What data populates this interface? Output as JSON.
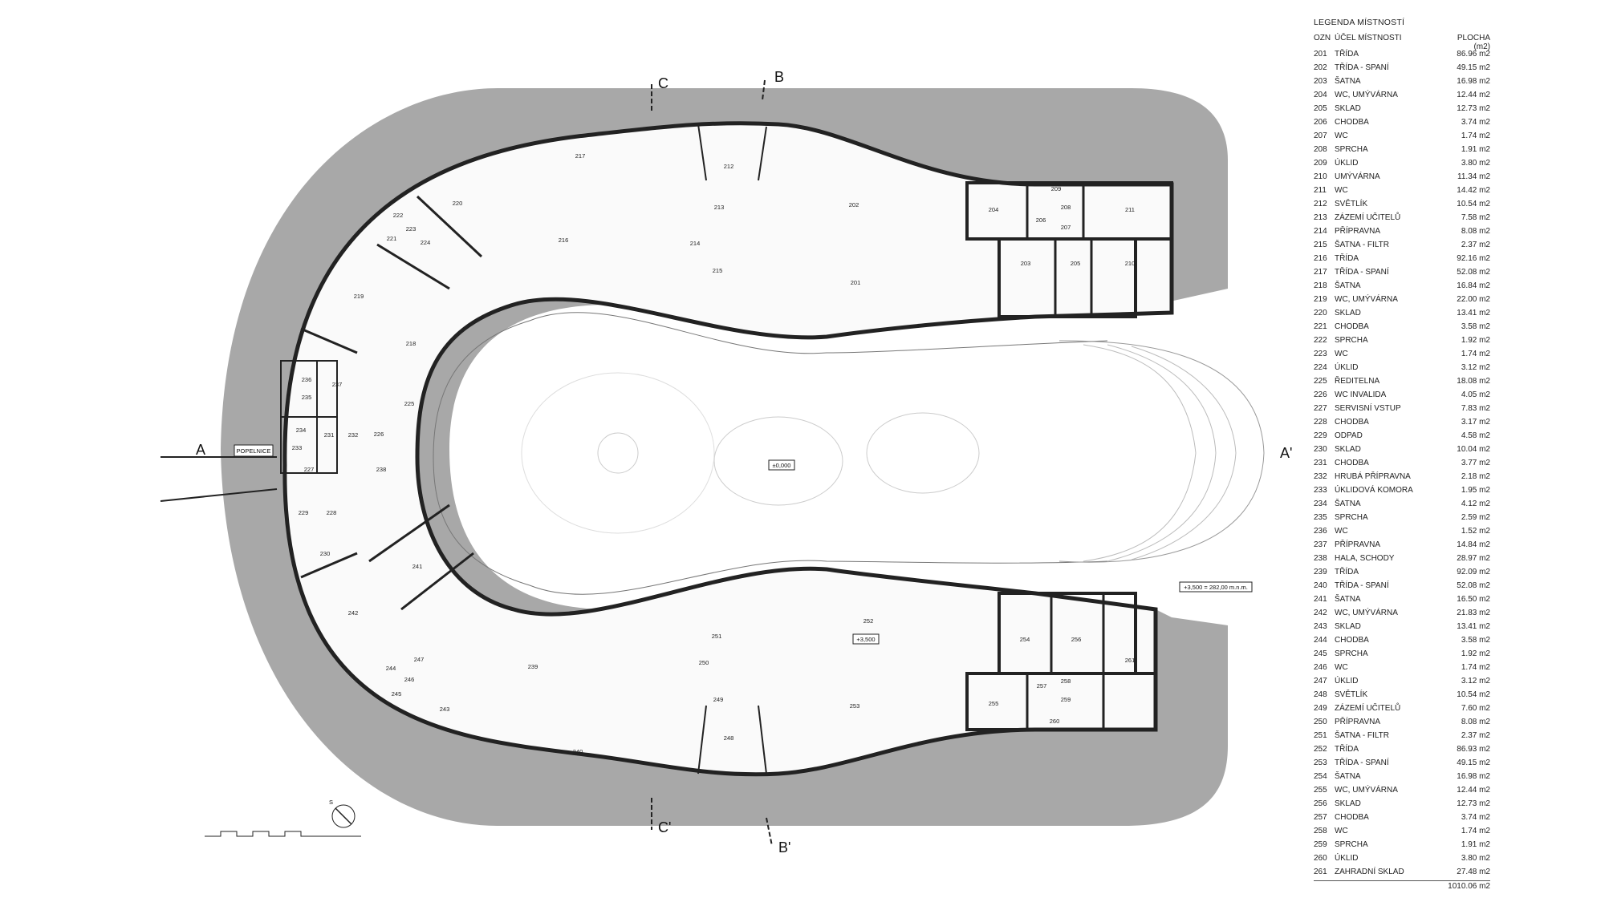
{
  "legend": {
    "title": "LEGENDA MÍSTNOSTÍ",
    "col_code": "OZN",
    "col_purpose": "ÚČEL MÍSTNOSTI",
    "col_area": "PLOCHA (m2)",
    "rows": [
      {
        "code": "201",
        "name": "TŘÍDA",
        "area": "86.96 m2"
      },
      {
        "code": "202",
        "name": "TŘÍDA - SPANÍ",
        "area": "49.15 m2"
      },
      {
        "code": "203",
        "name": "ŠATNA",
        "area": "16.98 m2"
      },
      {
        "code": "204",
        "name": "WC, UMÝVÁRNA",
        "area": "12.44 m2"
      },
      {
        "code": "205",
        "name": "SKLAD",
        "area": "12.73 m2"
      },
      {
        "code": "206",
        "name": "CHODBA",
        "area": "3.74 m2"
      },
      {
        "code": "207",
        "name": "WC",
        "area": "1.74 m2"
      },
      {
        "code": "208",
        "name": "SPRCHA",
        "area": "1.91 m2"
      },
      {
        "code": "209",
        "name": "ÚKLID",
        "area": "3.80 m2"
      },
      {
        "code": "210",
        "name": "UMÝVÁRNA",
        "area": "11.34 m2"
      },
      {
        "code": "211",
        "name": "WC",
        "area": "14.42 m2"
      },
      {
        "code": "212",
        "name": "SVĚTLÍK",
        "area": "10.54 m2"
      },
      {
        "code": "213",
        "name": "ZÁZEMÍ UČITELŮ",
        "area": "7.58 m2"
      },
      {
        "code": "214",
        "name": "PŘÍPRAVNA",
        "area": "8.08 m2"
      },
      {
        "code": "215",
        "name": "ŠATNA - FILTR",
        "area": "2.37 m2"
      },
      {
        "code": "216",
        "name": "TŘÍDA",
        "area": "92.16 m2"
      },
      {
        "code": "217",
        "name": "TŘÍDA - SPANÍ",
        "area": "52.08 m2"
      },
      {
        "code": "218",
        "name": "ŠATNA",
        "area": "16.84 m2"
      },
      {
        "code": "219",
        "name": "WC, UMÝVÁRNA",
        "area": "22.00 m2"
      },
      {
        "code": "220",
        "name": "SKLAD",
        "area": "13.41 m2"
      },
      {
        "code": "221",
        "name": "CHODBA",
        "area": "3.58 m2"
      },
      {
        "code": "222",
        "name": "SPRCHA",
        "area": "1.92 m2"
      },
      {
        "code": "223",
        "name": "WC",
        "area": "1.74 m2"
      },
      {
        "code": "224",
        "name": "ÚKLID",
        "area": "3.12 m2"
      },
      {
        "code": "225",
        "name": "ŘEDITELNA",
        "area": "18.08 m2"
      },
      {
        "code": "226",
        "name": "WC INVALIDA",
        "area": "4.05 m2"
      },
      {
        "code": "227",
        "name": "SERVISNÍ VSTUP",
        "area": "7.83 m2"
      },
      {
        "code": "228",
        "name": "CHODBA",
        "area": "3.17 m2"
      },
      {
        "code": "229",
        "name": "ODPAD",
        "area": "4.58 m2"
      },
      {
        "code": "230",
        "name": "SKLAD",
        "area": "10.04 m2"
      },
      {
        "code": "231",
        "name": "CHODBA",
        "area": "3.77 m2"
      },
      {
        "code": "232",
        "name": "HRUBÁ PŘÍPRAVNA",
        "area": "2.18 m2"
      },
      {
        "code": "233",
        "name": "ÚKLIDOVÁ KOMORA",
        "area": "1.95 m2"
      },
      {
        "code": "234",
        "name": "ŠATNA",
        "area": "4.12 m2"
      },
      {
        "code": "235",
        "name": "SPRCHA",
        "area": "2.59 m2"
      },
      {
        "code": "236",
        "name": "WC",
        "area": "1.52 m2"
      },
      {
        "code": "237",
        "name": "PŘÍPRAVNA",
        "area": "14.84 m2"
      },
      {
        "code": "238",
        "name": "HALA, SCHODY",
        "area": "28.97 m2"
      },
      {
        "code": "239",
        "name": "TŘÍDA",
        "area": "92.09 m2"
      },
      {
        "code": "240",
        "name": "TŘÍDA - SPANÍ",
        "area": "52.08 m2"
      },
      {
        "code": "241",
        "name": "ŠATNA",
        "area": "16.50 m2"
      },
      {
        "code": "242",
        "name": "WC, UMÝVÁRNA",
        "area": "21.83 m2"
      },
      {
        "code": "243",
        "name": "SKLAD",
        "area": "13.41 m2"
      },
      {
        "code": "244",
        "name": "CHODBA",
        "area": "3.58 m2"
      },
      {
        "code": "245",
        "name": "SPRCHA",
        "area": "1.92 m2"
      },
      {
        "code": "246",
        "name": "WC",
        "area": "1.74 m2"
      },
      {
        "code": "247",
        "name": "ÚKLID",
        "area": "3.12 m2"
      },
      {
        "code": "248",
        "name": "SVĚTLÍK",
        "area": "10.54 m2"
      },
      {
        "code": "249",
        "name": "ZÁZEMÍ UČITELŮ",
        "area": "7.60 m2"
      },
      {
        "code": "250",
        "name": "PŘÍPRAVNA",
        "area": "8.08 m2"
      },
      {
        "code": "251",
        "name": "ŠATNA - FILTR",
        "area": "2.37 m2"
      },
      {
        "code": "252",
        "name": "TŘÍDA",
        "area": "86.93 m2"
      },
      {
        "code": "253",
        "name": "TŘÍDA - SPANÍ",
        "area": "49.15 m2"
      },
      {
        "code": "254",
        "name": "ŠATNA",
        "area": "16.98 m2"
      },
      {
        "code": "255",
        "name": "WC, UMÝVÁRNA",
        "area": "12.44 m2"
      },
      {
        "code": "256",
        "name": "SKLAD",
        "area": "12.73 m2"
      },
      {
        "code": "257",
        "name": "CHODBA",
        "area": "3.74 m2"
      },
      {
        "code": "258",
        "name": "WC",
        "area": "1.74 m2"
      },
      {
        "code": "259",
        "name": "SPRCHA",
        "area": "1.91 m2"
      },
      {
        "code": "260",
        "name": "ÚKLID",
        "area": "3.80 m2"
      },
      {
        "code": "261",
        "name": "ZAHRADNÍ SKLAD",
        "area": "27.48 m2"
      }
    ],
    "total": "1010.06 m2"
  },
  "plan": {
    "section_marks": [
      "A",
      "A'",
      "B",
      "B'",
      "C",
      "C'"
    ],
    "entrance_label": "POPELNICE",
    "level_courtyard": "±0,000",
    "level_floor": "+3,500",
    "level_terrace": "+3,500 = 282,00 m.n.m.",
    "north_label": "S",
    "colors": {
      "terrain": "#a8a8a8",
      "walls": "#222222",
      "floor": "#fafafa"
    },
    "rooms": [
      {
        "id": "216",
        "label": "216"
      },
      {
        "id": "217",
        "label": "217"
      },
      {
        "id": "212",
        "label": "212"
      },
      {
        "id": "213",
        "label": "213"
      },
      {
        "id": "214",
        "label": "214"
      },
      {
        "id": "215",
        "label": "215"
      },
      {
        "id": "202",
        "label": "202"
      },
      {
        "id": "201",
        "label": "201"
      },
      {
        "id": "204",
        "label": "204"
      },
      {
        "id": "206",
        "label": "206"
      },
      {
        "id": "207",
        "label": "207"
      },
      {
        "id": "208",
        "label": "208"
      },
      {
        "id": "209",
        "label": "209"
      },
      {
        "id": "211",
        "label": "211"
      },
      {
        "id": "203",
        "label": "203"
      },
      {
        "id": "205",
        "label": "205"
      },
      {
        "id": "210",
        "label": "210"
      },
      {
        "id": "220",
        "label": "220"
      },
      {
        "id": "222",
        "label": "222"
      },
      {
        "id": "223",
        "label": "223"
      },
      {
        "id": "221",
        "label": "221"
      },
      {
        "id": "224",
        "label": "224"
      },
      {
        "id": "219",
        "label": "219"
      },
      {
        "id": "218",
        "label": "218"
      },
      {
        "id": "237",
        "label": "237"
      },
      {
        "id": "236",
        "label": "236"
      },
      {
        "id": "235",
        "label": "235"
      },
      {
        "id": "234",
        "label": "234"
      },
      {
        "id": "233",
        "label": "233"
      },
      {
        "id": "231",
        "label": "231"
      },
      {
        "id": "232",
        "label": "232"
      },
      {
        "id": "226",
        "label": "226"
      },
      {
        "id": "225",
        "label": "225"
      },
      {
        "id": "227",
        "label": "227"
      },
      {
        "id": "238",
        "label": "238"
      },
      {
        "id": "229",
        "label": "229"
      },
      {
        "id": "228",
        "label": "228"
      },
      {
        "id": "230",
        "label": "230"
      },
      {
        "id": "241",
        "label": "241"
      },
      {
        "id": "242",
        "label": "242"
      },
      {
        "id": "247",
        "label": "247"
      },
      {
        "id": "244",
        "label": "244"
      },
      {
        "id": "246",
        "label": "246"
      },
      {
        "id": "245",
        "label": "245"
      },
      {
        "id": "243",
        "label": "243"
      },
      {
        "id": "240",
        "label": "240"
      },
      {
        "id": "239",
        "label": "239"
      },
      {
        "id": "251",
        "label": "251"
      },
      {
        "id": "250",
        "label": "250"
      },
      {
        "id": "249",
        "label": "249"
      },
      {
        "id": "248",
        "label": "248"
      },
      {
        "id": "252",
        "label": "252"
      },
      {
        "id": "253",
        "label": "253"
      },
      {
        "id": "254",
        "label": "254"
      },
      {
        "id": "256",
        "label": "256"
      },
      {
        "id": "261",
        "label": "261"
      },
      {
        "id": "257",
        "label": "257"
      },
      {
        "id": "258",
        "label": "258"
      },
      {
        "id": "259",
        "label": "259"
      },
      {
        "id": "255",
        "label": "255"
      },
      {
        "id": "260",
        "label": "260"
      }
    ]
  }
}
